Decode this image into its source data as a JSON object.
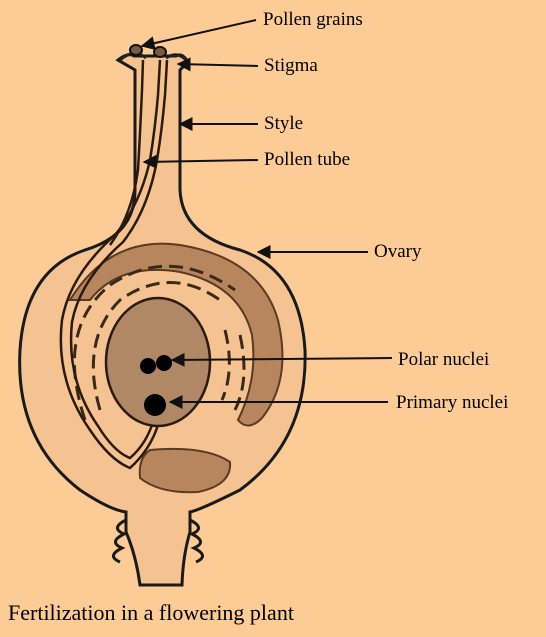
{
  "labels": {
    "pollen_grains": "Pollen grains",
    "stigma": "Stigma",
    "style": "Style",
    "pollen_tube": "Pollen tube",
    "ovary": "Ovary",
    "polar_nuclei": "Polar nuclei",
    "primary_nuclei": "Primary nuclei"
  },
  "caption": "Fertilization in a flowering plant",
  "colors": {
    "background": "#FCCB96",
    "pistil_fill": "#F5C391",
    "embryo_sac": "#B08866",
    "ovule_band": "#B8865E",
    "outline": "#1A1A1A"
  }
}
